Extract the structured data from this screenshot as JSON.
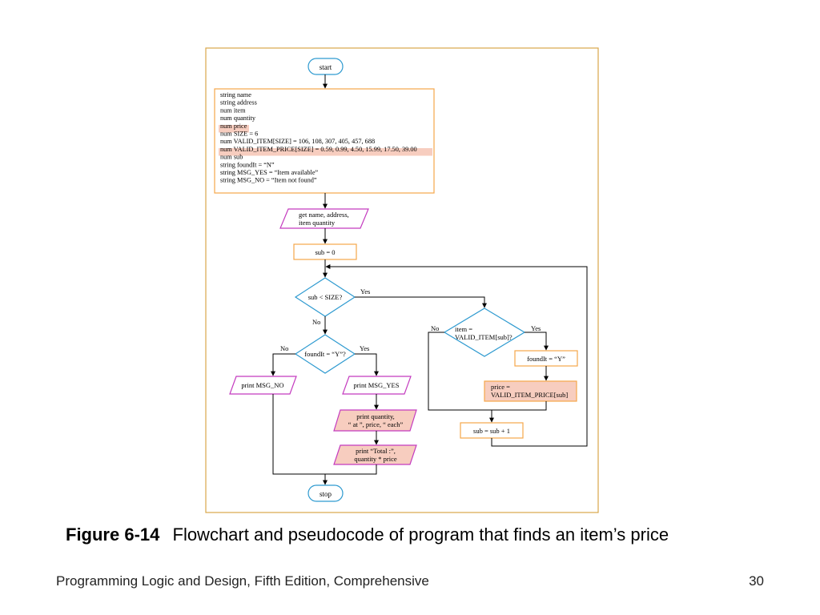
{
  "colors": {
    "frame": "#d8a64a",
    "terminal": "#2e9ad0",
    "process": "#f5a64a",
    "io": "#c43bbf",
    "decision": "#2e9ad0",
    "highlight": "#f7cdbf",
    "line": "#000000"
  },
  "flowchart": {
    "start": "start",
    "stop": "stop",
    "declarations": [
      "string name",
      "string address",
      "num item",
      "num quantity",
      "num price",
      "num SIZE = 6",
      "num VALID_ITEM[SIZE] = 106, 108, 307, 405, 457, 688",
      "num VALID_ITEM_PRICE[SIZE] = 0.59, 0.99, 4.50, 15.99, 17.50, 39.00",
      "num sub",
      "string foundIt = “N”",
      "string MSG_YES = “Item available”",
      "string MSG_NO = “Item not found”"
    ],
    "input_lines": [
      "get name, address,",
      "item quantity"
    ],
    "init_sub": "sub = 0",
    "decision_size": "sub < SIZE?",
    "decision_item_lines": [
      "item =",
      "VALID_ITEM[sub]?"
    ],
    "decision_found": "foundIt = “Y”?",
    "set_found": "foundIt = “Y”",
    "price_assign_lines": [
      "price =",
      "VALID_ITEM_PRICE[sub]"
    ],
    "increment": "sub = sub + 1",
    "print_no": "print MSG_NO",
    "print_yes": "print MSG_YES",
    "print_qty_lines": [
      "print quantity,",
      "“ at ”, price, “ each”"
    ],
    "print_total_lines": [
      "print “Total :”,",
      "quantity * price"
    ],
    "yes": "Yes",
    "no": "No"
  },
  "caption": {
    "label": "Figure 6-14",
    "text": "Flowchart and pseudocode of program that finds an item’s price"
  },
  "footer": {
    "title": "Programming Logic and Design, Fifth Edition, Comprehensive",
    "page": "30"
  }
}
